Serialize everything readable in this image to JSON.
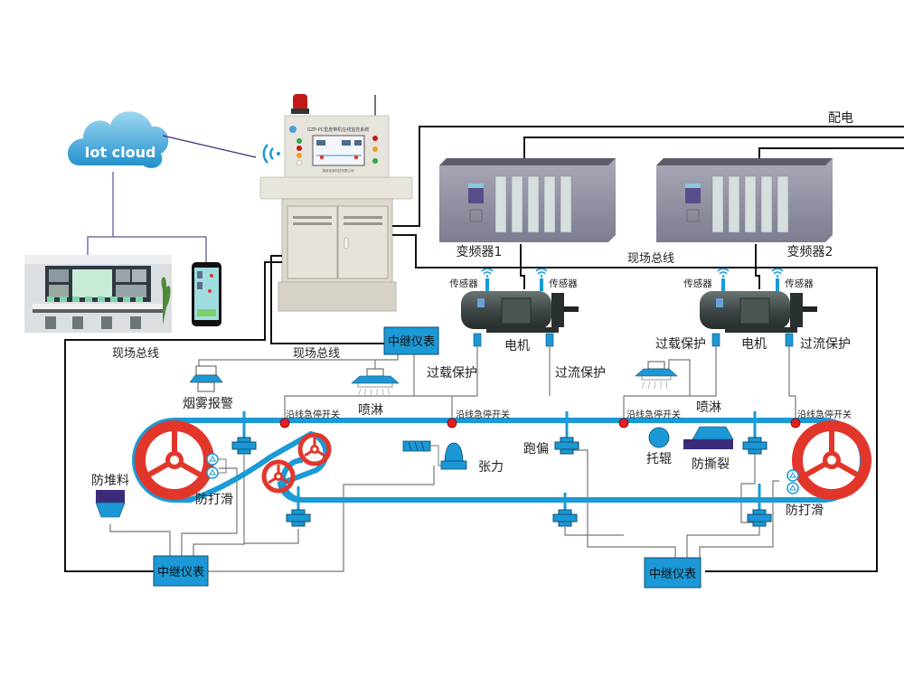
{
  "colors": {
    "belt": "#1a9ad6",
    "pulley_red": "#e2362b",
    "relay_box": "#1b98d5",
    "wire_black": "#111111",
    "wire_gray": "#777777",
    "cloud": "#3aa7dc",
    "purple": "#3b2a7a",
    "estop_dot": "#e02020"
  },
  "cloud": {
    "label": "Iot cloud"
  },
  "console": {
    "title": "GZP-PC型皮带机在线监控系统",
    "maker": "湖南某某科技有限公司"
  },
  "power": {
    "label": "配电"
  },
  "vfd": [
    {
      "label": "变频器1"
    },
    {
      "label": "变频器2"
    }
  ],
  "bus_labels": {
    "top": "现场总线",
    "left": "现场总线",
    "middle": "现场总线"
  },
  "motors": [
    {
      "label": "电机",
      "sensor_left": "传感器",
      "sensor_right": "传感器",
      "overload": "过载保护",
      "overcurrent": "过流保护"
    },
    {
      "label": "电机",
      "sensor_left": "传感器",
      "sensor_right": "传感器",
      "overload": "过载保护",
      "overcurrent": "过流保护"
    }
  ],
  "relays": [
    {
      "label": "中继仪表"
    },
    {
      "label": "中继仪表"
    },
    {
      "label": "中继仪表"
    }
  ],
  "devices": {
    "smoke_alarm": "烟雾报警",
    "sprinkler_1": "喷淋",
    "sprinkler_2": "喷淋",
    "anti_pile": "防堆料",
    "anti_slip_left": "防打滑",
    "anti_slip_right": "防打滑",
    "tension": "张力",
    "deviation": "跑偏",
    "idler": "托辊",
    "anti_tear": "防撕裂"
  },
  "estops": [
    {
      "label": "沿线急停开关"
    },
    {
      "label": "沿线急停开关"
    },
    {
      "label": "沿线急停开关"
    },
    {
      "label": "沿线急停开关"
    }
  ]
}
